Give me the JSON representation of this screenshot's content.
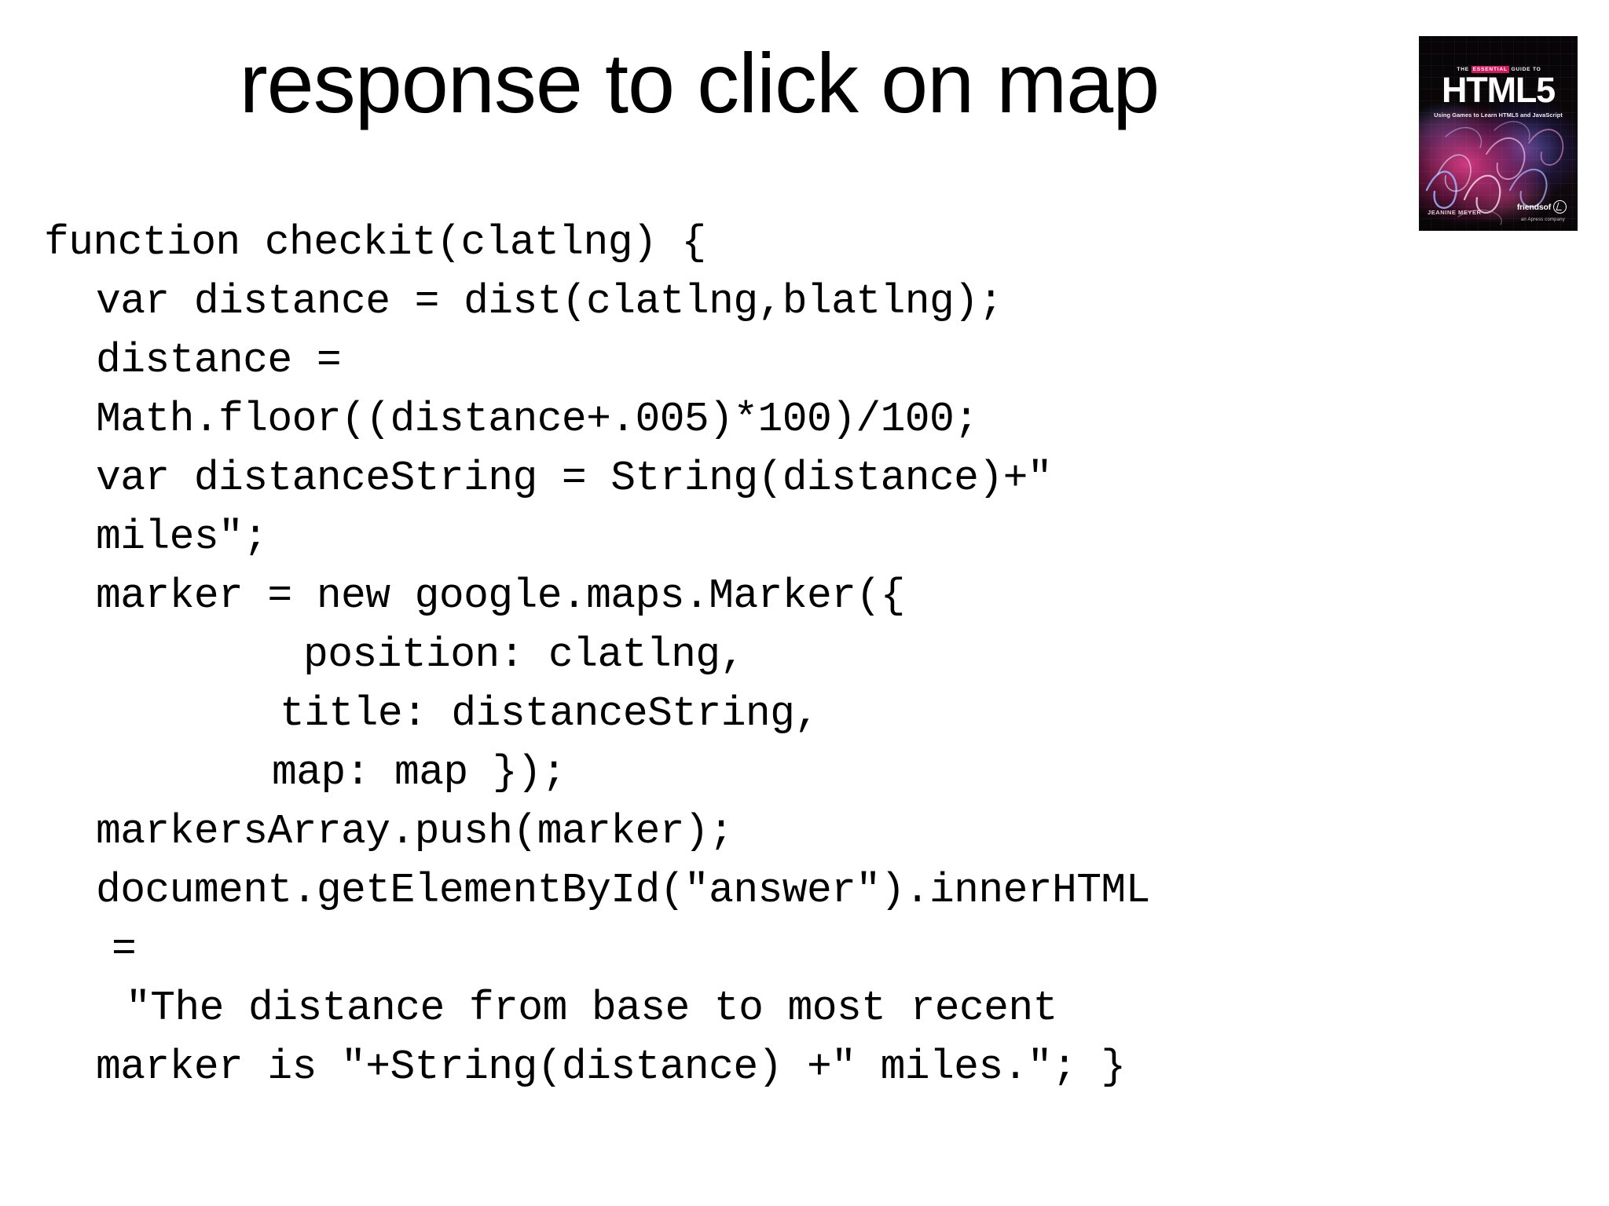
{
  "slide": {
    "title": "response to click on map",
    "background_color": "#ffffff",
    "text_color": "#000000"
  },
  "book_cover": {
    "eyebrow_prefix": "THE",
    "eyebrow_highlight": "ESSENTIAL",
    "eyebrow_suffix": "GUIDE TO",
    "eyebrow_full": "THE ESSENTIAL GUIDE TO",
    "title": "HTML5",
    "subtitle": "Using Games to Learn HTML5 and JavaScript",
    "author": "JEANINE MEYER",
    "publisher": "friendsof",
    "publisher_tagline": "an Apress company",
    "accent_color": "#d8185f",
    "background_color": "#0a0608"
  },
  "code": {
    "language": "javascript",
    "lines": [
      {
        "indent": "lvl0",
        "text": "function checkit(clatlng) {"
      },
      {
        "indent": "lvl1",
        "text": "var distance = dist(clatlng,blatlng);"
      },
      {
        "indent": "lvl1",
        "text": "distance ="
      },
      {
        "indent": "cont",
        "text": "Math.floor((distance+.005)*100)/100;"
      },
      {
        "indent": "lvl1",
        "text": "var distanceString = String(distance)+\""
      },
      {
        "indent": "cont",
        "text": "miles\";"
      },
      {
        "indent": "lvl1",
        "text": "marker = new google.maps.Marker({"
      },
      {
        "indent": "lvl2",
        "text": "position: clatlng,"
      },
      {
        "indent": "lvl2b",
        "text": "title: distanceString,"
      },
      {
        "indent": "lvl2c",
        "text": "map: map });"
      },
      {
        "indent": "lvl1",
        "text": "markersArray.push(marker);"
      },
      {
        "indent": "lvl1",
        "text": "document.getElementById(\"answer\").innerHTML"
      },
      {
        "indent": "cont-eq",
        "text": "="
      },
      {
        "indent": "cont-str",
        "text": "\"The distance from base to most recent"
      },
      {
        "indent": "cont",
        "text": "marker is \"+String(distance) +\" miles.\"; }"
      }
    ]
  }
}
